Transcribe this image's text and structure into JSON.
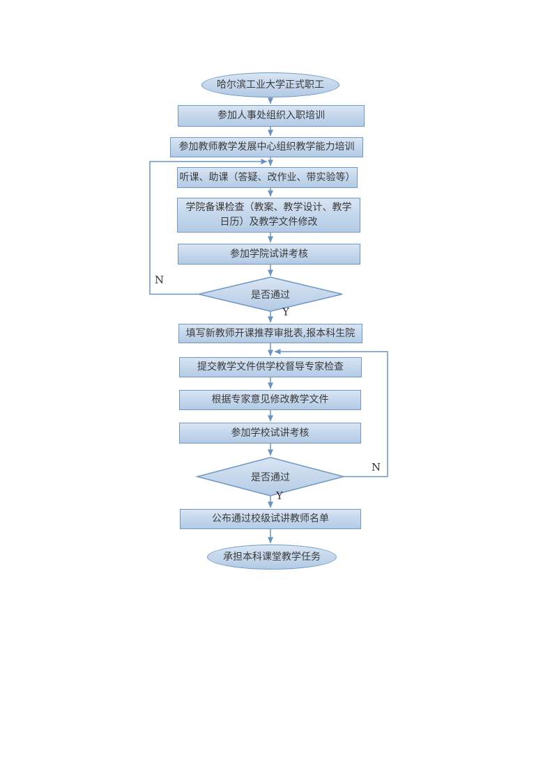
{
  "flowchart": {
    "nodes": [
      {
        "type": "terminator",
        "label": "哈尔滨工业大学正式职工"
      },
      {
        "type": "process",
        "label": "参加人事处组织入职培训"
      },
      {
        "type": "process",
        "label": "参加教师教学发展中心组织教学能力培训"
      },
      {
        "type": "process",
        "label": "听课、助课（答疑、改作业、带实验等）"
      },
      {
        "type": "process",
        "label": "学院备课检查（教案、教学设计、教学日历）及教学文件修改"
      },
      {
        "type": "process",
        "label": "参加学院试讲考核"
      },
      {
        "type": "decision",
        "label": "是否通过"
      },
      {
        "type": "process",
        "label": "填写新教师开课推荐审批表,报本科生院"
      },
      {
        "type": "process",
        "label": "提交教学文件供学校督导专家检查"
      },
      {
        "type": "process",
        "label": "根据专家意见修改教学文件"
      },
      {
        "type": "process",
        "label": "参加学校试讲考核"
      },
      {
        "type": "decision",
        "label": "是否通过"
      },
      {
        "type": "process",
        "label": "公布通过校级试讲教师名单"
      },
      {
        "type": "terminator",
        "label": "承担本科课堂教学任务"
      }
    ],
    "branch_labels": {
      "decision1_no": "N",
      "decision1_yes": "Y",
      "decision2_no": "N",
      "decision2_yes": "Y"
    },
    "colors": {
      "shape_fill_top": "#d9e5f3",
      "shape_fill_bottom": "#b4cbe5",
      "shape_border": "#6f99c3",
      "connector": "#6a93c2",
      "text": "#3a3a3a"
    }
  }
}
